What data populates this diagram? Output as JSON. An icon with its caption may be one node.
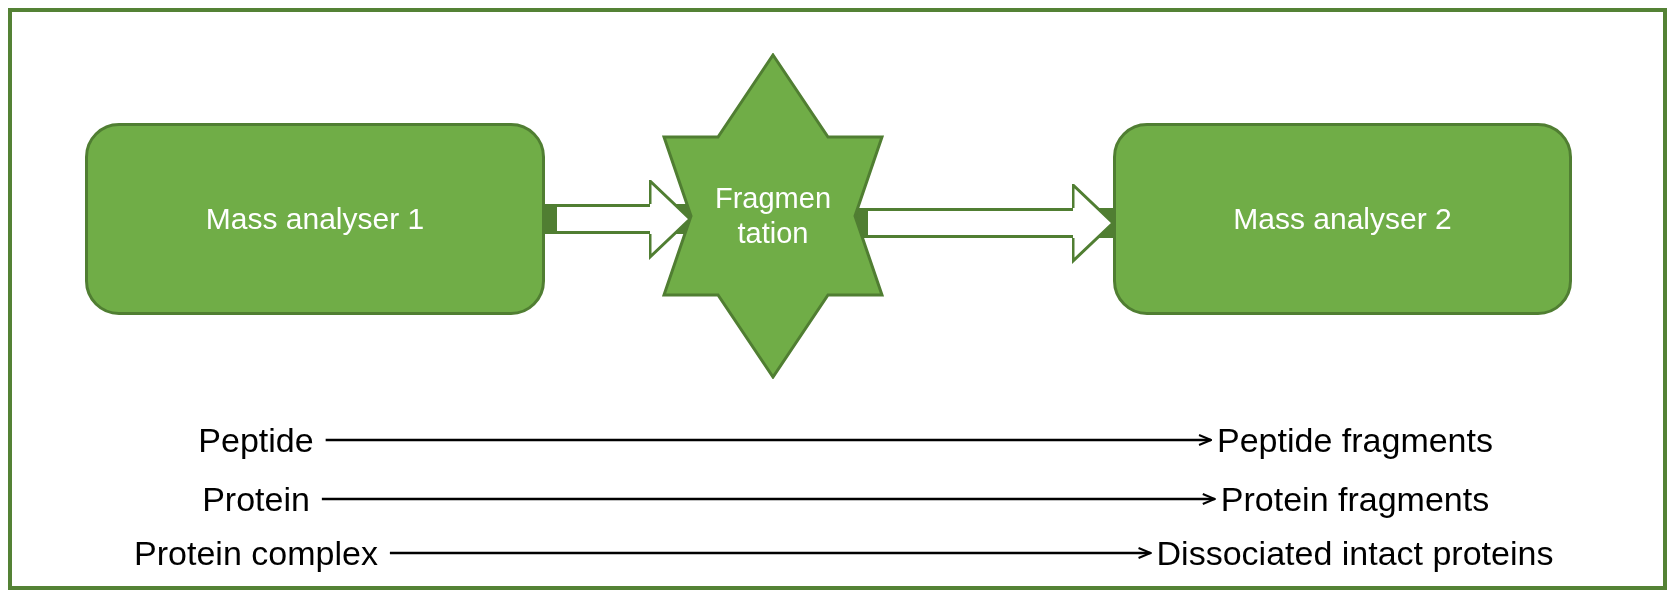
{
  "diagram": {
    "nodes": [
      {
        "text": [
          "Mass analyser 1"
        ]
      },
      {
        "text": [
          "Fragmen tation"
        ]
      },
      {
        "text": [
          "Mass analyser 2"
        ]
      },
      {
        "text": [
          "Peptide"
        ]
      },
      {
        "text": [
          "Peptide fragments"
        ]
      },
      {
        "text": [
          "Protein"
        ]
      },
      {
        "text": [
          "Protein fragments"
        ]
      },
      {
        "text": [
          "Protein complex"
        ]
      },
      {
        "text": [
          "Dissociated intact proteins"
        ]
      }
    ],
    "edges": [
      {
        "from": 0,
        "to": 1,
        "arrow": "to",
        "style": "thick",
        "color": "#507e32"
      },
      {
        "from": 1,
        "to": 2,
        "arrow": "to",
        "style": "thick",
        "color": "#507e32"
      },
      {
        "from": 3,
        "to": 4,
        "arrow": "to"
      },
      {
        "from": 5,
        "to": 6,
        "arrow": "to"
      },
      {
        "from": 7,
        "to": 8,
        "arrow": "to"
      }
    ]
  }
}
